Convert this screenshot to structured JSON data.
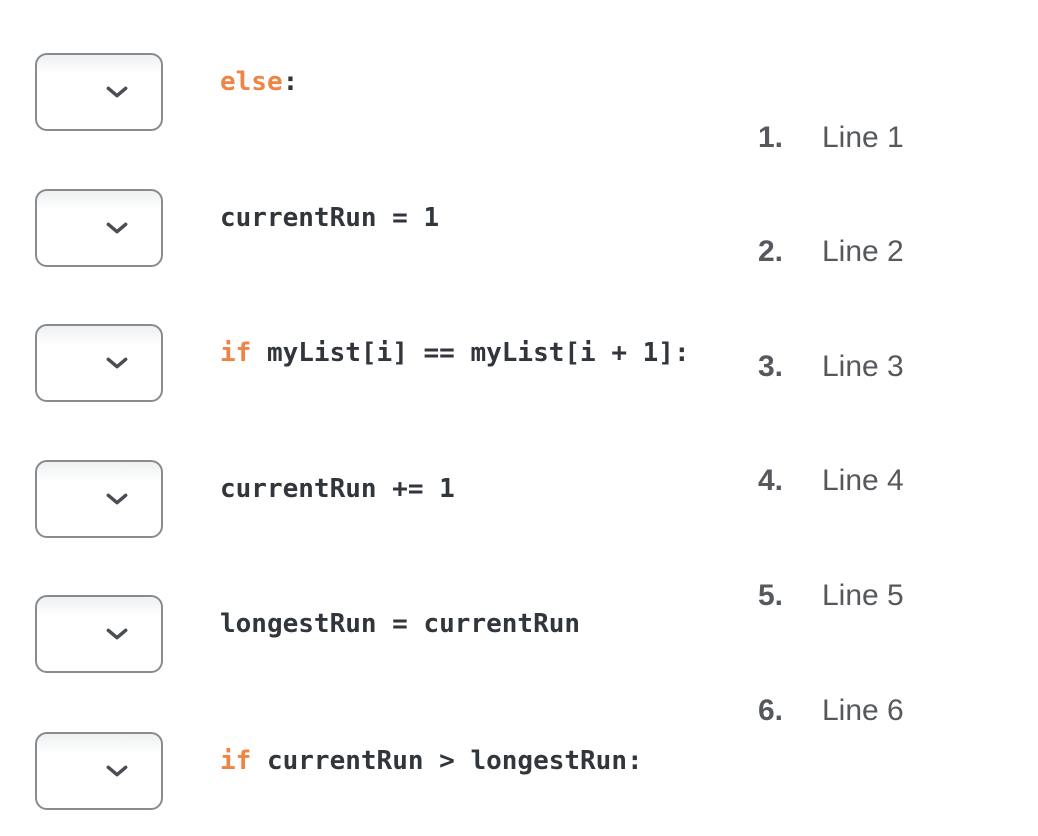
{
  "colors": {
    "keyword_orange": "#ef8444",
    "code_text": "#31363c",
    "list_text": "#55585c",
    "dropdown_border": "#888c90",
    "chevron": "#4a4e53",
    "dropdown_top_tint": "#eef0f1",
    "background": "#ffffff"
  },
  "icons": {
    "chevron_down": "chevron-down (v shape)"
  },
  "code_rows": [
    {
      "select_value": "",
      "segments": [
        {
          "t": "else",
          "kw": true
        },
        {
          "t": ":",
          "kw": false
        }
      ]
    },
    {
      "select_value": "",
      "segments": [
        {
          "t": "currentRun = 1",
          "kw": false
        }
      ]
    },
    {
      "select_value": "",
      "segments": [
        {
          "t": "if",
          "kw": true
        },
        {
          "t": " myList[i] == myList[i + 1]:",
          "kw": false
        }
      ]
    },
    {
      "select_value": "",
      "segments": [
        {
          "t": "currentRun += 1",
          "kw": false
        }
      ]
    },
    {
      "select_value": "",
      "segments": [
        {
          "t": "longestRun = currentRun",
          "kw": false
        }
      ]
    },
    {
      "select_value": "",
      "segments": [
        {
          "t": "if",
          "kw": true
        },
        {
          "t": " currentRun > longestRun:",
          "kw": false
        }
      ]
    }
  ],
  "answer_list": [
    {
      "number": "1.",
      "label": "Line 1"
    },
    {
      "number": "2.",
      "label": "Line 2"
    },
    {
      "number": "3.",
      "label": "Line 3"
    },
    {
      "number": "4.",
      "label": "Line 4"
    },
    {
      "number": "5.",
      "label": "Line 5"
    },
    {
      "number": "6.",
      "label": "Line 6"
    }
  ]
}
